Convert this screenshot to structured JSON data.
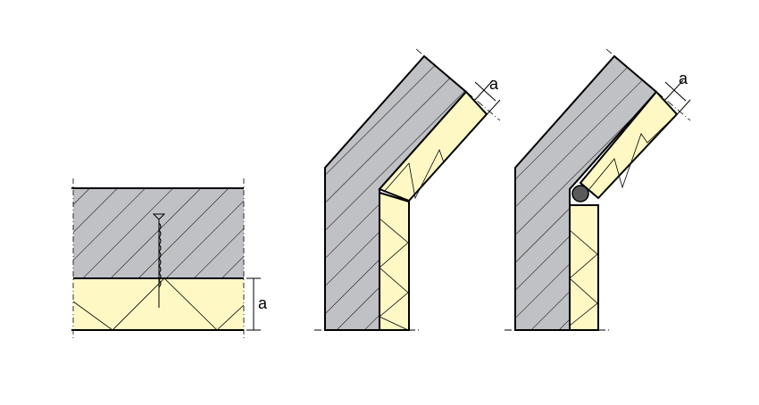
{
  "details": [
    {
      "name": "flat-wall-with-screw",
      "dimension_label": "a"
    },
    {
      "name": "corner-mitred-insulation",
      "dimension_label": "a"
    },
    {
      "name": "corner-with-backer-rod",
      "dimension_label": "a"
    }
  ],
  "colors": {
    "masonry": "#c0c1c4",
    "insulation": "#fdf8c4",
    "outline": "#000000",
    "backer_rod": "#5a5a5a"
  }
}
